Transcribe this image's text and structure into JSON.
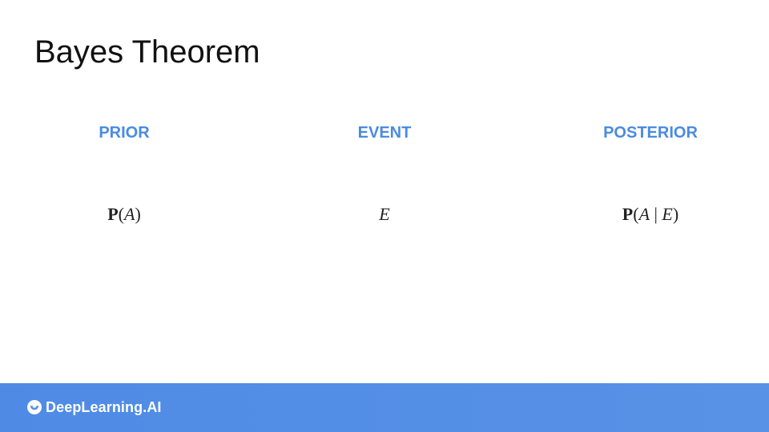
{
  "slide": {
    "title": "Bayes Theorem"
  },
  "columns": [
    {
      "heading": "PRIOR",
      "formula": {
        "bold_prefix": "P",
        "open": "(",
        "var1": "A",
        "sep": "",
        "var2": "",
        "close": ")"
      }
    },
    {
      "heading": "EVENT",
      "formula": {
        "var1": "E"
      }
    },
    {
      "heading": "POSTERIOR",
      "formula": {
        "bold_prefix": "P",
        "open": "(",
        "var1": "A",
        "sep": " | ",
        "var2": "E",
        "close": ")"
      }
    }
  ],
  "footer": {
    "brand_text": "DeepLearning.AI",
    "logo_icon": "deeplearning-ai-logo-icon",
    "bar_color": "#4f8be5",
    "heading_color": "#4a8be0"
  }
}
